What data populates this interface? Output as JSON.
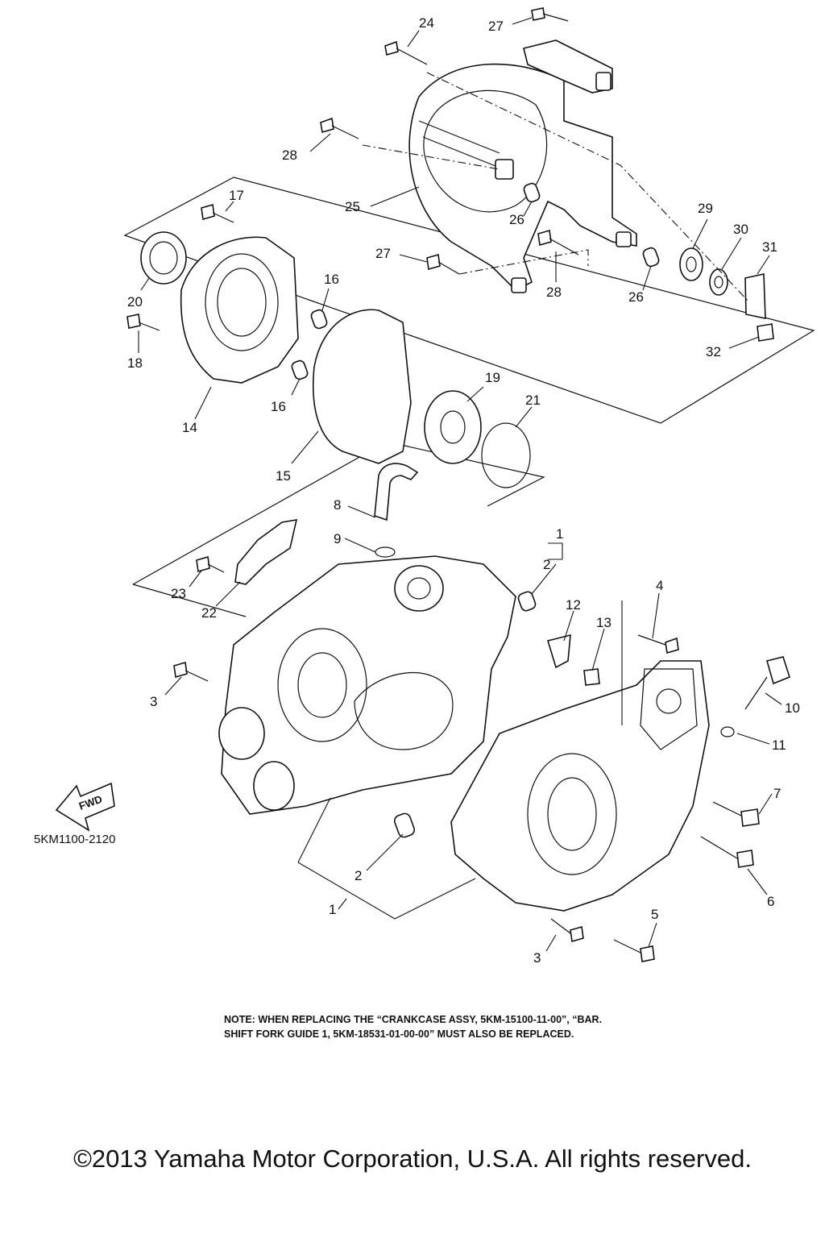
{
  "figure_code": "5KM1100-2120",
  "fwd_label": "FWD",
  "note": {
    "line1": "NOTE: WHEN REPLACING THE “CRANKCASE ASSY, 5KM-15100-11-00”, “BAR.",
    "line2": "SHIFT FORK GUIDE 1, 5KM-18531-01-00-00” MUST ALSO BE REPLACED."
  },
  "copyright": "©2013 Yamaha Motor Corporation, U.S.A. All rights reserved.",
  "callouts": {
    "c24": "24",
    "c27a": "27",
    "c28a": "28",
    "c25": "25",
    "c26a": "26",
    "c27b": "27",
    "c28b": "28",
    "c26b": "26",
    "c29": "29",
    "c30": "30",
    "c31": "31",
    "c32": "32",
    "c17": "17",
    "c20": "20",
    "c18": "18",
    "c16a": "16",
    "c16b": "16",
    "c14": "14",
    "c15": "15",
    "c19": "19",
    "c21": "21",
    "c8": "8",
    "c9": "9",
    "c1a": "1",
    "c2a": "2",
    "c23": "23",
    "c22": "22",
    "c12": "12",
    "c13": "13",
    "c4": "4",
    "c3a": "3",
    "c10": "10",
    "c11": "11",
    "c7": "7",
    "c6": "6",
    "c5": "5",
    "c3b": "3",
    "c2b": "2",
    "c1b": "1"
  }
}
